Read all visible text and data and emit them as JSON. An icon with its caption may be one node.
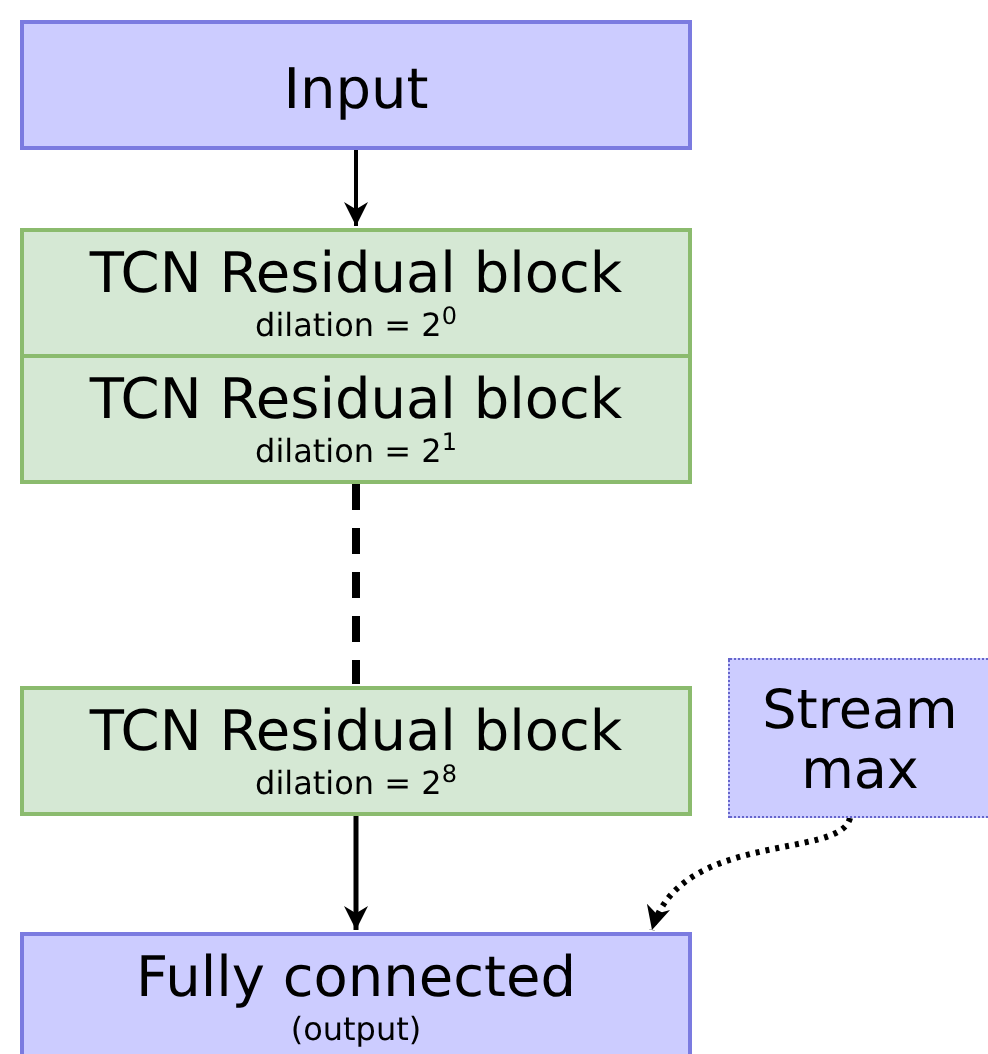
{
  "diagram": {
    "nodes": [
      {
        "text": [
          "Input"
        ]
      },
      {
        "text": [
          "TCN Residual block",
          "dilation = 2$^{0}$"
        ]
      },
      {
        "text": [
          "TCN Residual block",
          "dilation = 2$^{1}$"
        ]
      },
      {
        "text": [
          "TCN Residual block",
          "dilation = 2$^{8}$"
        ]
      },
      {
        "text": [
          "Stream max"
        ]
      },
      {
        "text": [
          "Fully connected",
          "(output)"
        ]
      }
    ],
    "edges": [
      {
        "from": 0,
        "to": 1,
        "arrow": "to"
      },
      {
        "from": 2,
        "to": 3,
        "arrow": "none",
        "style": "dashed"
      },
      {
        "from": 3,
        "to": 5,
        "arrow": "to"
      },
      {
        "from": 4,
        "to": 5,
        "arrow": "to",
        "style": "dashed"
      }
    ]
  }
}
